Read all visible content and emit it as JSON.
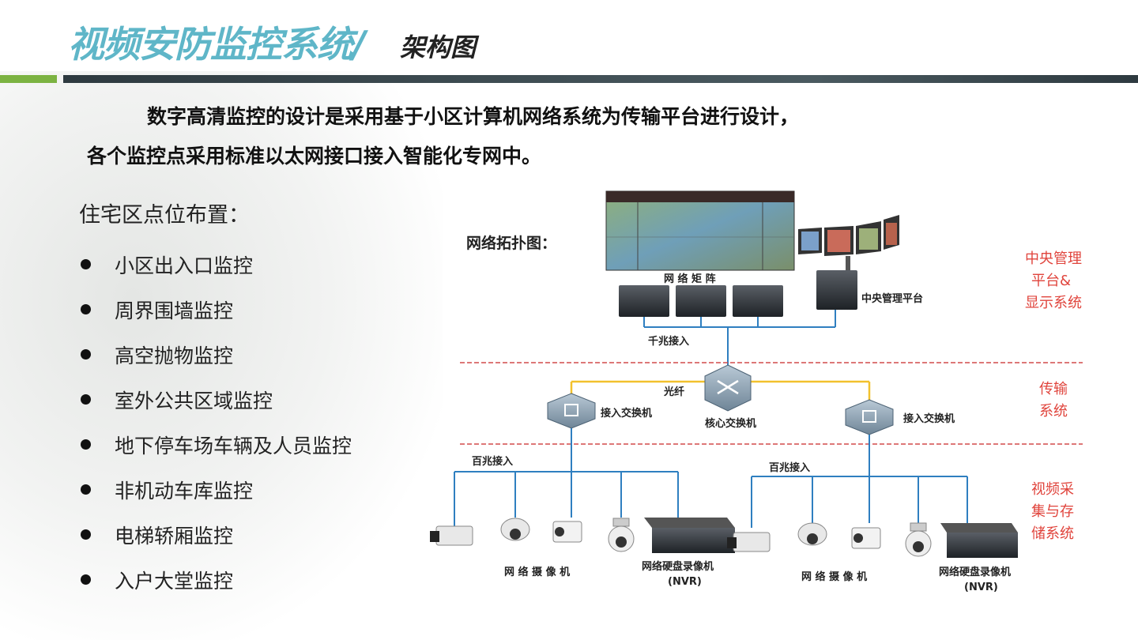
{
  "header": {
    "title_main": "视频安防监控系统/",
    "title_sub": "架构图"
  },
  "intro": {
    "line1": "数字高清监控的设计是采用基于小区计算机网络系统为传输平台进行设计，",
    "line2": "各个监控点采用标准以太网接口接入智能化专网中。"
  },
  "points": {
    "title": "住宅区点位布置：",
    "items": [
      "小区出入口监控",
      "周界围墙监控",
      "高空抛物监控",
      "室外公共区域监控",
      "地下停车场车辆及人员监控",
      "非机动车库监控",
      "电梯轿厢监控",
      "入户大堂监控"
    ]
  },
  "diagram": {
    "topology_label": "网络拓扑图：",
    "matrix_label": "网 络 矩 阵",
    "central_platform_label": "中央管理平台",
    "gigabit_label": "千兆接入",
    "fiber_label": "光纤",
    "core_switch_label": "核心交换机",
    "access_switch_left_label": "接入交换机",
    "access_switch_right_label": "接入交换机",
    "fast_left_label": "百兆接入",
    "fast_right_label": "百兆接入",
    "camera_left_label": "网 络 摄 像 机",
    "camera_right_label": "网 络 摄 像 机",
    "nvr_left_label1": "网络硬盘录像机",
    "nvr_left_label2": "(NVR)",
    "nvr_right_label1": "网络硬盘录像机",
    "nvr_right_label2": "(NVR)",
    "layer_top": [
      "中央管理",
      "平台&",
      "显示系统"
    ],
    "layer_mid": [
      "传输",
      "系统"
    ],
    "layer_bottom": [
      "视频采",
      "集与存",
      "储系统"
    ],
    "colors": {
      "wire": "#2f7fc0",
      "fiber": "#f2c12e",
      "divider": "#d24a4a",
      "layer_text": "#e0443c"
    }
  }
}
